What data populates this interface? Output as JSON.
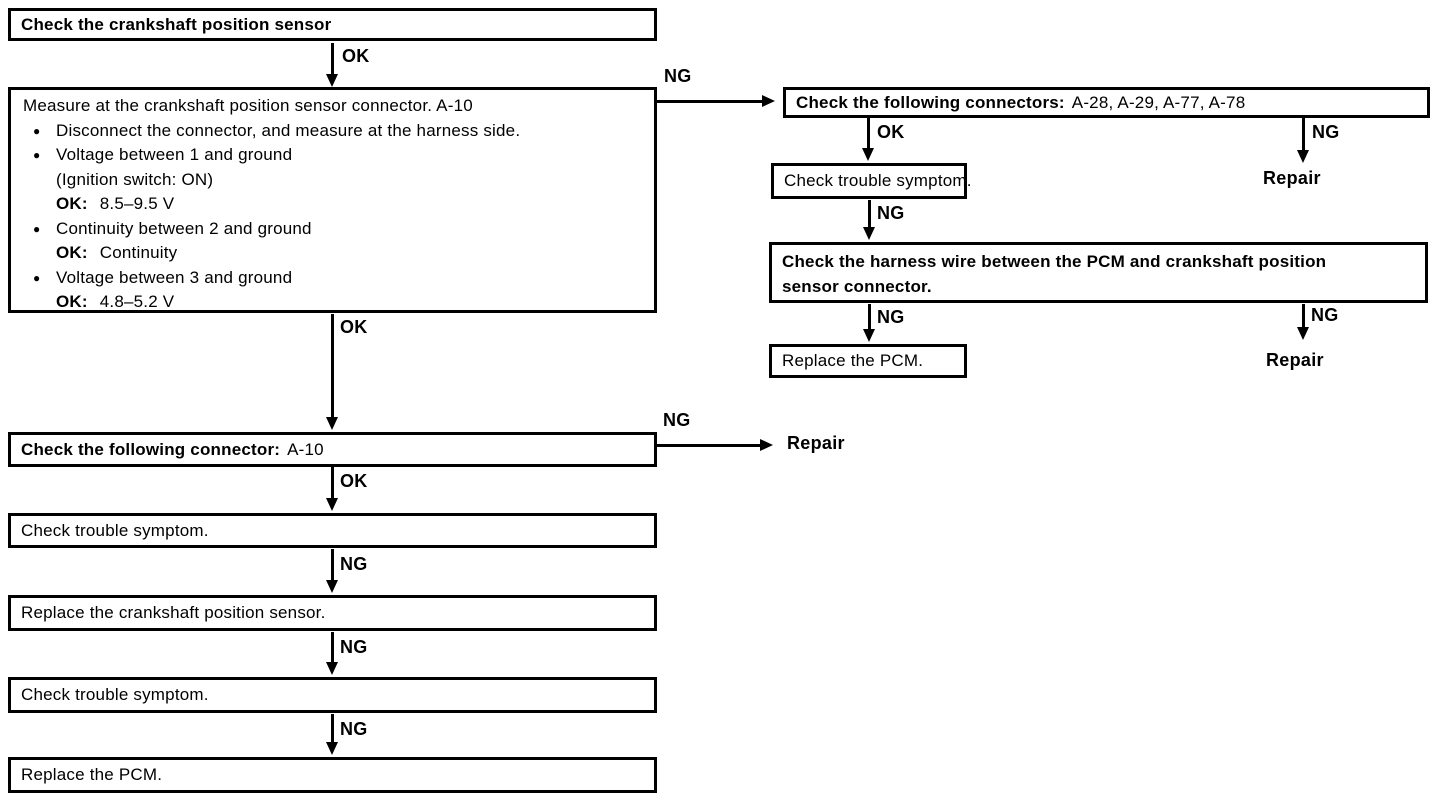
{
  "labels": {
    "ok": "OK",
    "ng": "NG",
    "repair": "Repair",
    "bullet": "●"
  },
  "nodes": {
    "check_sensor": {
      "text": "Check the crankshaft position sensor"
    },
    "measure": {
      "title": "Measure at the crankshaft position sensor connector. A-10",
      "bullet1": "Disconnect the connector, and measure at the harness side.",
      "bullet2": "Voltage between 1 and ground",
      "bullet2_sub": "(Ignition switch: ON)",
      "ok_label": "OK:",
      "bullet2_ok": "8.5–9.5 V",
      "bullet3": "Continuity between 2 and ground",
      "bullet3_ok": "Continuity",
      "bullet4": "Voltage between 3 and ground",
      "bullet4_ok": "4.8–5.2 V"
    },
    "check_connector": {
      "title": "Check the following connector:",
      "value": "A-10"
    },
    "check_trouble_1": {
      "text": "Check trouble symptom."
    },
    "replace_sensor": {
      "text": "Replace the crankshaft position sensor."
    },
    "check_trouble_2": {
      "text": "Check trouble symptom."
    },
    "replace_pcm_left": {
      "text": "Replace the PCM."
    },
    "check_connectors": {
      "title": "Check the following connectors:",
      "value": "A-28, A-29, A-77, A-78"
    },
    "check_trouble_right": {
      "text": "Check trouble symptom."
    },
    "harness": {
      "line1": "Check the harness wire between the PCM and crankshaft position",
      "line2": "sensor connector."
    },
    "replace_pcm_right": {
      "text": "Replace the PCM."
    }
  }
}
